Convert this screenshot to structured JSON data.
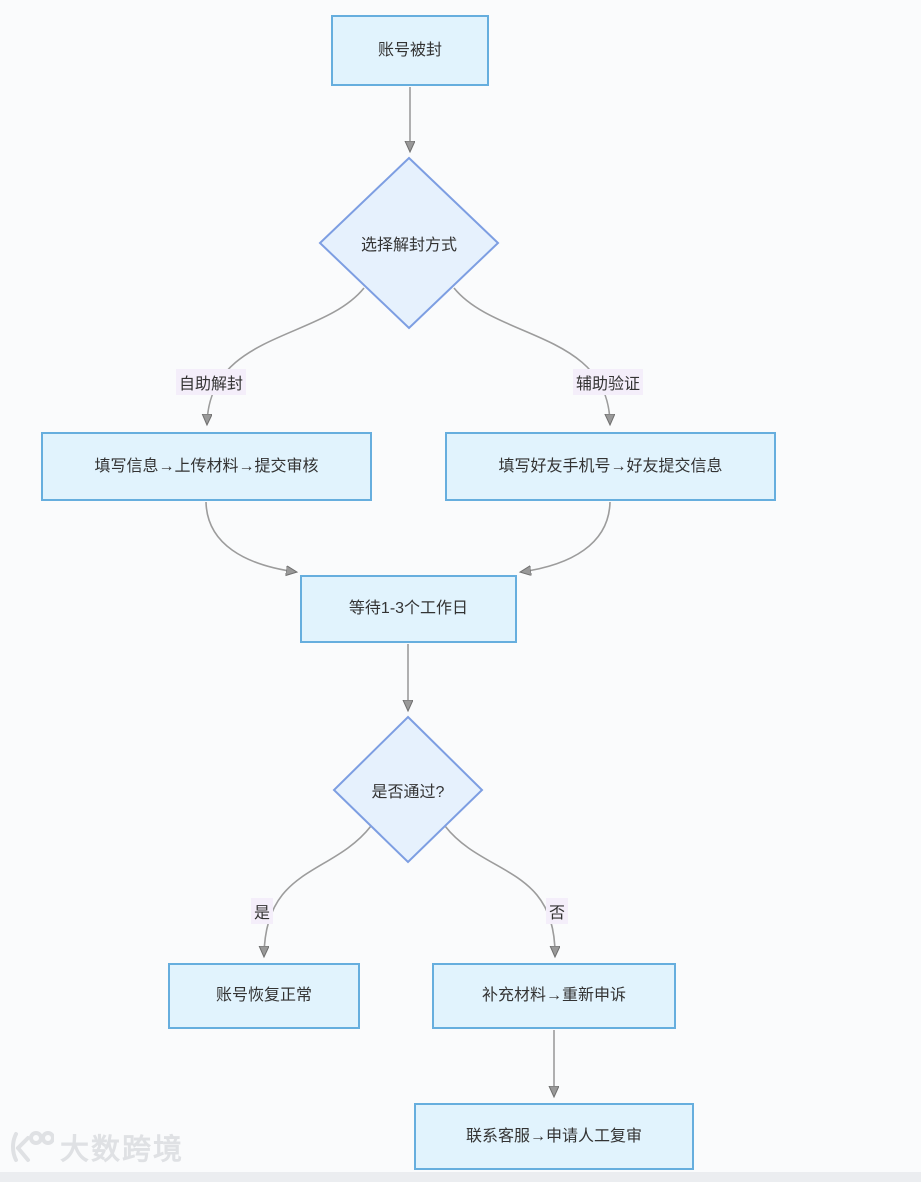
{
  "diagram": {
    "nodes": {
      "start": {
        "label": "账号被封",
        "shape": "rect"
      },
      "decision1": {
        "label": "选择解封方式",
        "shape": "diamond"
      },
      "self": {
        "label": "填写信息→上传材料→提交审核",
        "shape": "rect"
      },
      "assist": {
        "label": "填写好友手机号→好友提交信息",
        "shape": "rect"
      },
      "wait": {
        "label": "等待1-3个工作日",
        "shape": "rect"
      },
      "decision2": {
        "label": "是否通过?",
        "shape": "diamond"
      },
      "restored": {
        "label": "账号恢复正常",
        "shape": "rect"
      },
      "reappeal": {
        "label": "补充材料→重新申诉",
        "shape": "rect"
      },
      "contact": {
        "label": "联系客服→申请人工复审",
        "shape": "rect"
      }
    },
    "edge_labels": {
      "self": "自助解封",
      "assist": "辅助验证",
      "yes": "是",
      "no": "否"
    },
    "colors": {
      "node_fill": "#e1f3fd",
      "rect_border": "#66aede",
      "diamond_border": "#7d9ee2",
      "edge_line": "#9c9c9c",
      "arrowhead": "#999999",
      "text": "#333333",
      "edge_label_bg": "#f4eefa"
    }
  },
  "watermark": {
    "brand": "大数跨境"
  }
}
